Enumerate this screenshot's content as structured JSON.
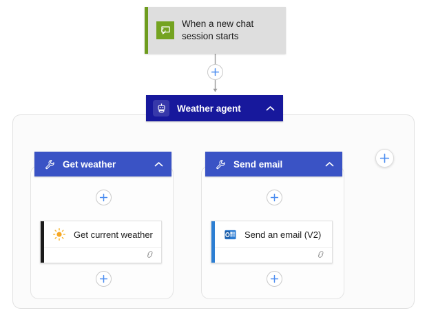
{
  "diagram": {
    "type": "agent-workflow-flowchart",
    "colors": {
      "trigger_bg": "#dedede",
      "trigger_accent": "#6e9c1e",
      "trigger_icon_bg": "#74a320",
      "agent_node": "#17189c",
      "tool_node": "#3a53c5",
      "plus_accent": "#4a8cf0",
      "connector": "#9a9a9a",
      "weather_card_accent": "#1b1b1b",
      "email_card_accent": "#2d7fd3",
      "canvas_bg": "#ffffff",
      "container_bg": "#fbfbfb"
    },
    "trigger": {
      "label": "When a new chat session starts",
      "icon": "chat-bubble-icon"
    },
    "agent": {
      "label": "Weather agent",
      "icon": "bot-icon",
      "chevron": "chevron-up-icon"
    },
    "tools": [
      {
        "label": "Get weather",
        "icon": "wrench-icon",
        "chevron": "chevron-up-icon",
        "action": {
          "label": "Get current weather",
          "icon": "sun-icon",
          "footer_icon": "connection-icon",
          "accent": "#1b1b1b"
        }
      },
      {
        "label": "Send email",
        "icon": "wrench-icon",
        "chevron": "chevron-up-icon",
        "action": {
          "label": "Send an email (V2)",
          "icon": "outlook-icon",
          "footer_icon": "connection-icon",
          "accent": "#2d7fd3"
        }
      }
    ],
    "add_buttons": [
      {
        "name": "add-step-after-trigger",
        "icon": "plus-icon"
      },
      {
        "name": "add-step-get-weather-before",
        "icon": "plus-icon"
      },
      {
        "name": "add-step-send-email-before",
        "icon": "plus-icon"
      },
      {
        "name": "add-step-get-weather-after",
        "icon": "plus-icon"
      },
      {
        "name": "add-step-send-email-after",
        "icon": "plus-icon"
      },
      {
        "name": "add-tool-to-agent",
        "icon": "plus-icon"
      }
    ]
  }
}
